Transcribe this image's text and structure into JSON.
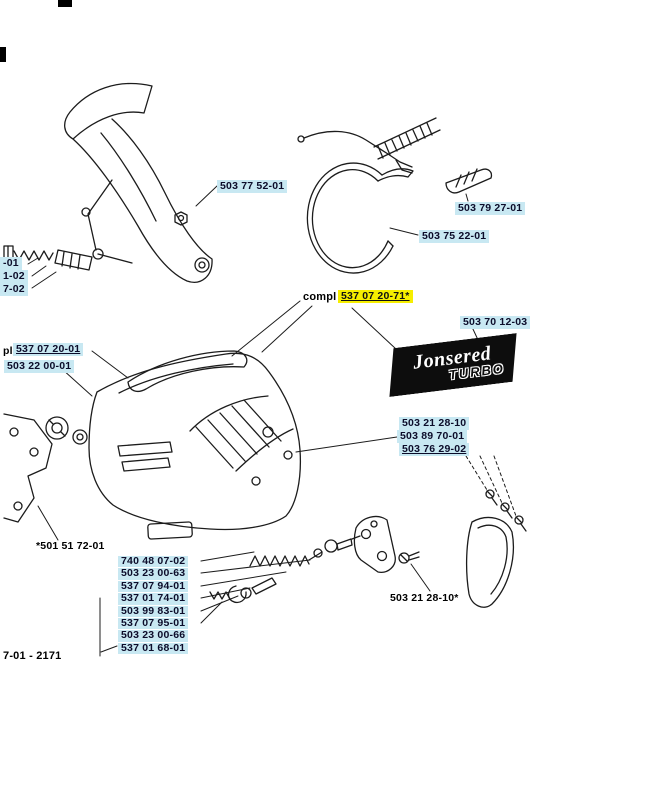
{
  "logo": {
    "brand": "Jonsered",
    "model": "TURBO"
  },
  "labels": {
    "handle_assembly": "503 77 52-01",
    "band_guard": "503 79 27-01",
    "brake_band": "503 75 22-01",
    "compl_prefix": "compl",
    "compl_assembly": "537 07 20-71*",
    "decal": "503 70 12-03",
    "edge_part_1": "-01",
    "edge_part_2": "1-02",
    "edge_part_3": "7-02",
    "edge_compl_prefix": "pl",
    "edge_compl_assembly": "537 07 20-01",
    "edge_sub_part": "503 22 00-01",
    "screw_group_1": "503 21 28-10",
    "screw_group_2": "503 89 70-01",
    "screw_group_3": "503 76 29-02",
    "catcher_bracket": "*501 51 72-01",
    "screw_single": "503 21 28-10*",
    "sheet_ref": "7-01 - 2171"
  },
  "parts_list": [
    "740 48 07-02",
    "503 23 00-63",
    "537 07 94-01",
    "537 01 74-01",
    "503 99 83-01",
    "537 07 95-01",
    "503 23 00-66",
    "537 01 68-01"
  ],
  "colors": {
    "label_bg": "#c8e8f2",
    "highlight_bg": "#f6ee00",
    "ink": "#0c0c2a",
    "line": "#1c1c1c",
    "logo_bg": "#0d0d0d"
  }
}
